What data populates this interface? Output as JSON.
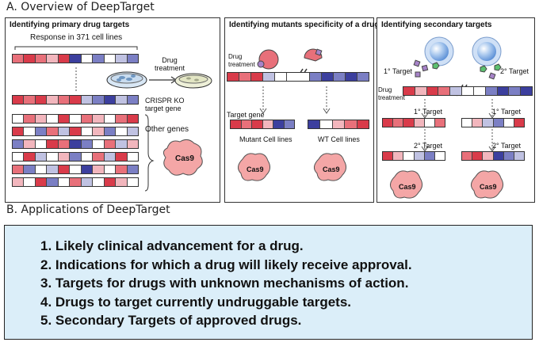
{
  "section_a": {
    "title": "A.  Overview of DeepTarget"
  },
  "section_b": {
    "title": "B.  Applications of DeepTarget"
  },
  "panel1": {
    "title": "Identifying primary drug targets",
    "response_label": "Response in 371 cell lines",
    "drug_treatment": "Drug\ntreatment",
    "crispr_label": "CRISPR KO\ntarget gene",
    "other_genes": "Other genes",
    "cas9": "Cas9"
  },
  "panel2": {
    "title": "Identifying mutants specificity of a drug",
    "drug_treatment": "Drug\ntreatment",
    "target_gene": "Target gene",
    "mutant": "Mutant Cell lines",
    "wt": "WT Cell lines",
    "cas9_left": "Cas9",
    "cas9_right": "Cas9"
  },
  "panel3": {
    "title": "Identifying secondary targets",
    "first_target_top": "1° Target",
    "second_target_top": "2° Target",
    "drug_treatment": "Drug\ntreatment",
    "first_target_left": "1° Target",
    "first_target_right": "1° Target",
    "second_target_left": "2° Target",
    "second_target_right": "2° Target",
    "cas9_left": "Cas9",
    "cas9_right": "Cas9"
  },
  "applications": [
    "1. Likely clinical advancement for a drug.",
    "2. Indications for which a drug will likely receive approval.",
    "3. Targets for drugs with unknown mechanisms of action.",
    "4. Drugs to target currently undruggable targets.",
    "5. Secondary Targets of approved drugs."
  ],
  "colors": {
    "deep_red": "#d93b4a",
    "red": "#e8707a",
    "pink": "#f2b6bd",
    "white": "#ffffff",
    "lavender": "#c0c2e2",
    "blue": "#7b7fc4",
    "dark_blue": "#3c3f9e",
    "cas9_pink": "#f4a6a6",
    "apps_bg": "#dbeef9"
  }
}
